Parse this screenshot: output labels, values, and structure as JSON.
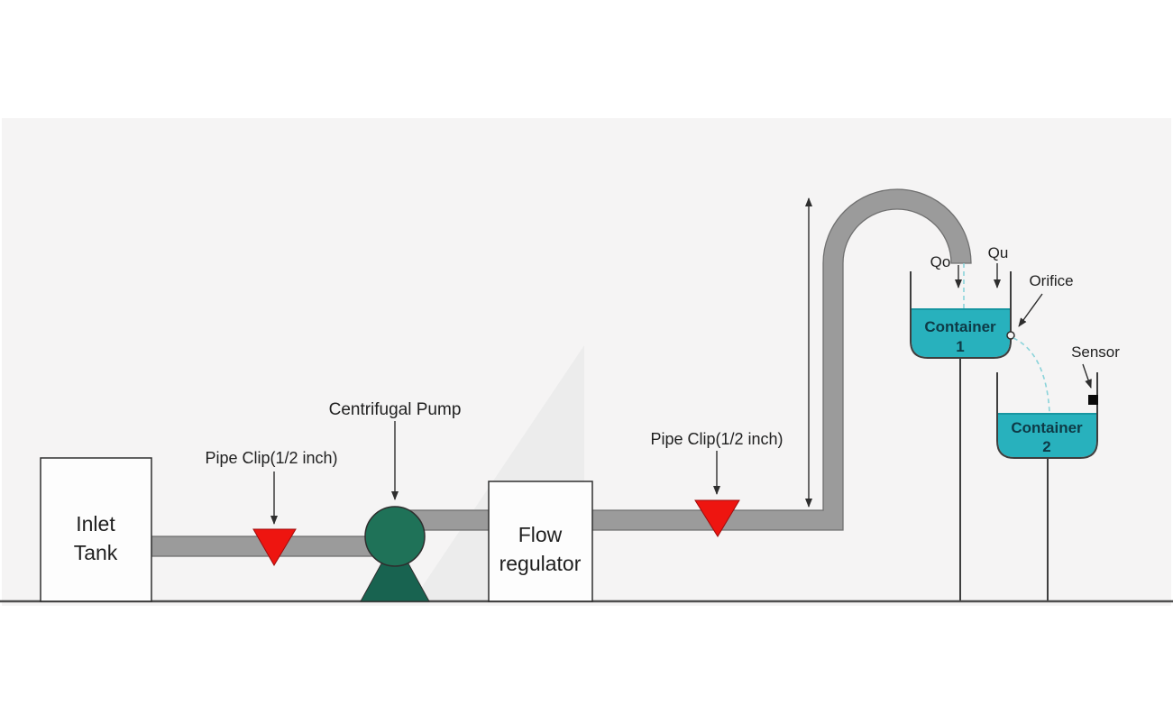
{
  "diagram": {
    "labels": {
      "inlet_tank": [
        "Inlet",
        "Tank"
      ],
      "flow_regulator": [
        "Flow",
        "regulator"
      ],
      "centrifugal_pump": "Centrifugal Pump",
      "pipe_clip_left": "Pipe Clip(1/2 inch)",
      "pipe_clip_right": "Pipe Clip(1/2 inch)",
      "outflow_qo": "Qo",
      "inflow_qu": "Qu",
      "orifice": "Orifice",
      "sensor": "Sensor",
      "container_1": [
        "Container",
        "1"
      ],
      "container_2": [
        "Container",
        "2"
      ]
    },
    "colors": {
      "panel_bg": "#f5f4f4",
      "watermark": "#ececec",
      "pipe_gray": "#9b9b9b",
      "pipe_outline": "#707070",
      "pump_green": "#1f7258",
      "pump_base": "#186350",
      "clip_red": "#ee1510",
      "clip_red_edge": "#9e0c0c",
      "water_teal": "#28b1bd",
      "water_surface": "#1796a1",
      "flow_dash_teal": "#8ad3da",
      "stroke_dark": "#2e2e2e",
      "wall_gray": "#3e3e3e",
      "ground_gray": "#4f4f4f",
      "box_fill": "#fdfdfd",
      "text_dark": "#1f1f1f",
      "container_text": "#0e3a46",
      "sensor_black": "#0a0a0a"
    }
  }
}
